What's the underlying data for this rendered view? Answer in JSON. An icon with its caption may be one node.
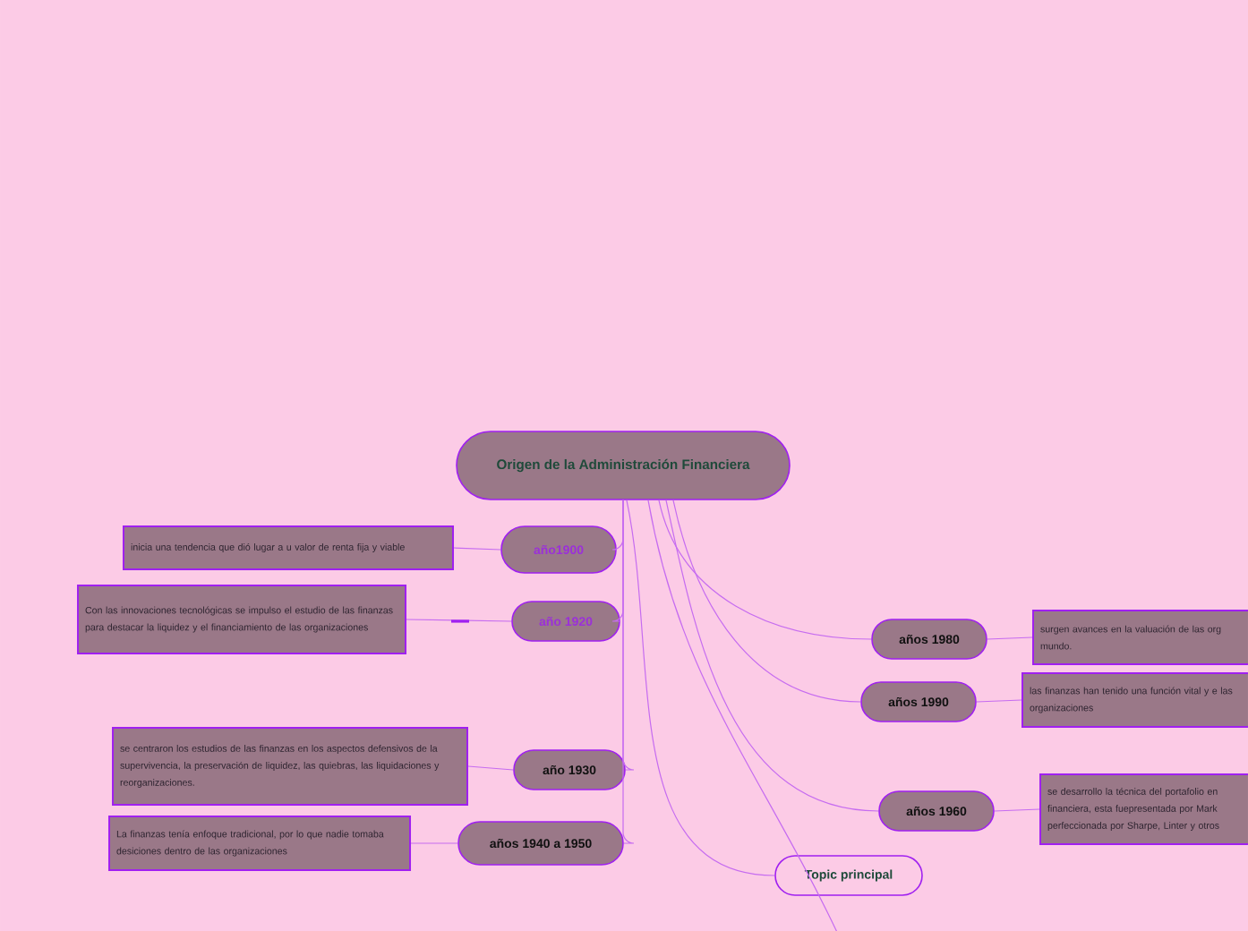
{
  "diagram": {
    "nodes": [
      {
        "text": [
          "Origen de la Administración Financiera"
        ]
      },
      {
        "text": [
          "año1900"
        ]
      },
      {
        "text": [
          "inicia una tendencia que dió lugar a u valor de renta fija y viable"
        ]
      },
      {
        "text": [
          "año 1920"
        ]
      },
      {
        "text": [
          "Con las innovaciones tecnológicas se impulso el estudio de las finanzas para destacar la liquidez y el financiamiento de las organizaciones"
        ]
      },
      {
        "text": [
          "año 1930"
        ]
      },
      {
        "text": [
          "se centraron los estudios de las finanzas en los aspectos defensivos de la supervivencia, la preservación de liquidez, las quiebras, las liquidaciones y reorganizaciones."
        ]
      },
      {
        "text": [
          "años 1940 a 1950"
        ]
      },
      {
        "text": [
          "La finanzas tenía enfoque tradicional, por lo que nadie tomaba desiciones dentro de las organizaciones"
        ]
      },
      {
        "text": [
          "años 1980"
        ]
      },
      {
        "text": [
          "surgen avances en la valuación de las org mundo."
        ]
      },
      {
        "text": [
          "años 1990"
        ]
      },
      {
        "text": [
          "las finanzas han tenido una función vital y e las organizaciones"
        ]
      },
      {
        "text": [
          "años 1960"
        ]
      },
      {
        "text": [
          "se desarrollo la técnica del portafolio en financiera, esta fuepresentada por Mark perfeccionada por Sharpe, Linter y otros"
        ]
      },
      {
        "text": [
          "Topic principal"
        ]
      }
    ],
    "edges": [
      {
        "from": 0,
        "to": 1,
        "arrow": "none"
      },
      {
        "from": 1,
        "to": 2,
        "arrow": "none"
      },
      {
        "from": 0,
        "to": 3,
        "arrow": "none"
      },
      {
        "from": 3,
        "to": 4,
        "arrow": "none"
      },
      {
        "from": 0,
        "to": 5,
        "arrow": "none"
      },
      {
        "from": 5,
        "to": 6,
        "arrow": "none"
      },
      {
        "from": 0,
        "to": 7,
        "arrow": "none"
      },
      {
        "from": 7,
        "to": 8,
        "arrow": "none"
      },
      {
        "from": 0,
        "to": 9,
        "arrow": "none"
      },
      {
        "from": 9,
        "to": 10,
        "arrow": "none"
      },
      {
        "from": 0,
        "to": 11,
        "arrow": "none"
      },
      {
        "from": 11,
        "to": 12,
        "arrow": "none"
      },
      {
        "from": 0,
        "to": 13,
        "arrow": "none"
      },
      {
        "from": 13,
        "to": 14,
        "arrow": "none"
      },
      {
        "from": 0,
        "to": 15,
        "arrow": "none"
      },
      {
        "from": 0,
        "to": null,
        "arrow": "none"
      }
    ]
  }
}
